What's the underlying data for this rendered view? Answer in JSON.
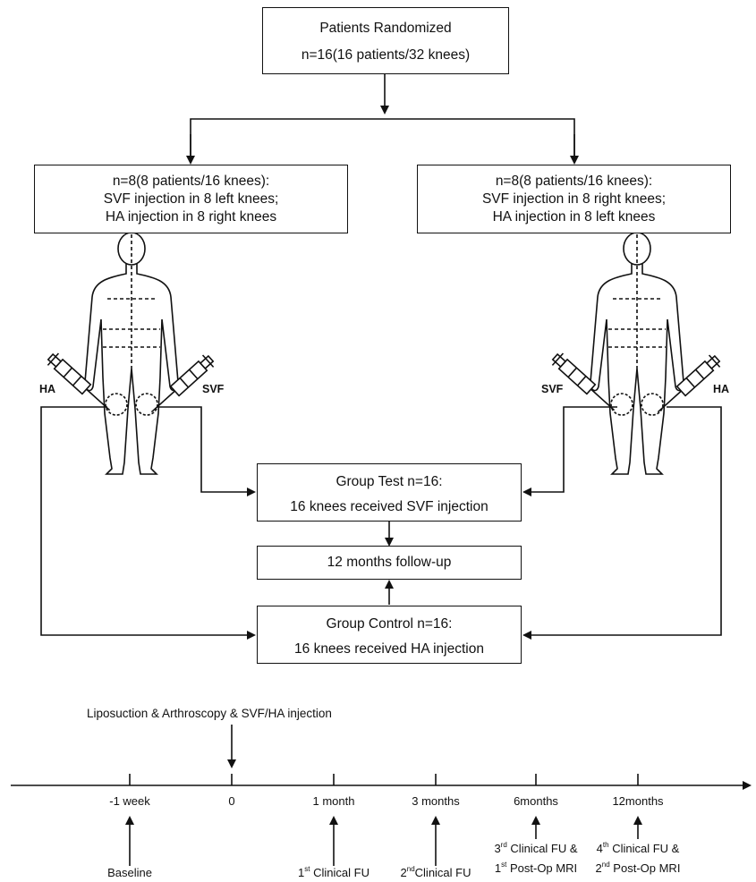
{
  "top_box": {
    "line1": "Patients Randomized",
    "line2": "n=16(16 patients/32 knees)"
  },
  "left_arm": {
    "line1": "n=8(8 patients/16 knees):",
    "line2": "SVF injection in 8 left knees;",
    "line3": "HA injection in 8 right knees",
    "needle_left": "HA",
    "needle_right": "SVF"
  },
  "right_arm": {
    "line1": "n=8(8 patients/16 knees):",
    "line2": "SVF injection in 8 right knees;",
    "line3": "HA injection in 8 left knees",
    "needle_left": "SVF",
    "needle_right": "HA"
  },
  "group_test": {
    "line1": "Group Test n=16:",
    "line2": "16 knees received SVF injection"
  },
  "followup": {
    "label": "12 months follow-up"
  },
  "group_control": {
    "line1": "Group Control n=16:",
    "line2": "16 knees received HA injection"
  },
  "timeline": {
    "procedure_label": "Liposuction & Arthroscopy & SVF/HA injection",
    "ticks": [
      {
        "label": "-1 week",
        "event_line1": "Baseline",
        "event_line2": ""
      },
      {
        "label": "0"
      },
      {
        "label": "1 month",
        "event_ord": "1",
        "event_sup": "st",
        "event_text": " Clinical FU"
      },
      {
        "label": "3 months",
        "event_ord": "2",
        "event_sup": "nd",
        "event_text": "Clinical FU"
      },
      {
        "label": "6months",
        "event1_ord": "3",
        "event1_sup": "rd",
        "event1_text": " Clinical FU &",
        "event2_ord": "1",
        "event2_sup": "st",
        "event2_text": " Post-Op MRI"
      },
      {
        "label": "12months",
        "event1_ord": "4",
        "event1_sup": "th",
        "event1_text": " Clinical FU &",
        "event2_ord": "2",
        "event2_sup": "nd",
        "event2_text": " Post-Op MRI"
      }
    ]
  }
}
